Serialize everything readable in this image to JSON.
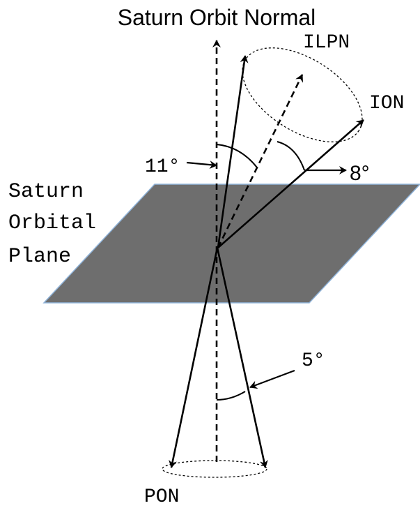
{
  "labels": {
    "title": "Saturn Orbit Normal",
    "ilpn": "ILPN",
    "ion": "ION",
    "angle_11": "11°",
    "angle_8": "8°",
    "plane_line1": "Saturn",
    "plane_line2": "Orbital",
    "plane_line3": "Plane",
    "angle_5": "5°",
    "pon": "PON"
  },
  "colors": {
    "plane_fill": "#6e6e6e",
    "plane_edge": "#8fb3d9",
    "ink": "#000000"
  }
}
